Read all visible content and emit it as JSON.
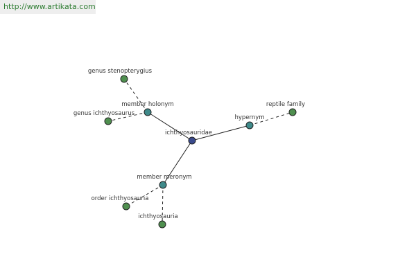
{
  "watermark": {
    "text": "http://www.artikata.com"
  },
  "graph": {
    "colors": {
      "center": "#3a4a8c",
      "relation": "#3f8a8a",
      "leaf": "#4f8f4f",
      "edge": "#222222"
    },
    "nodes": [
      {
        "id": "center",
        "label": "ichthyosauridae",
        "kind": "center"
      },
      {
        "id": "member-holonym",
        "label": "member holonym",
        "kind": "relation"
      },
      {
        "id": "hypernym",
        "label": "hypernym",
        "kind": "relation"
      },
      {
        "id": "member-meronym",
        "label": "member meronym",
        "kind": "relation"
      },
      {
        "id": "genus-stenopterygius",
        "label": "genus stenopterygius",
        "kind": "leaf"
      },
      {
        "id": "genus-ichthyosaurus",
        "label": "genus ichthyosaurus",
        "kind": "leaf"
      },
      {
        "id": "reptile-family",
        "label": "reptile family",
        "kind": "leaf"
      },
      {
        "id": "order-ichthyosauria",
        "label": "order ichthyosauria",
        "kind": "leaf"
      },
      {
        "id": "ichthyosauria",
        "label": "ichthyosauria",
        "kind": "leaf"
      }
    ],
    "edges": [
      {
        "from": "center",
        "to": "member-holonym",
        "style": "solid"
      },
      {
        "from": "center",
        "to": "hypernym",
        "style": "solid"
      },
      {
        "from": "center",
        "to": "member-meronym",
        "style": "solid"
      },
      {
        "from": "member-holonym",
        "to": "genus-stenopterygius",
        "style": "dashed"
      },
      {
        "from": "member-holonym",
        "to": "genus-ichthyosaurus",
        "style": "dashed"
      },
      {
        "from": "hypernym",
        "to": "reptile-family",
        "style": "dashed"
      },
      {
        "from": "member-meronym",
        "to": "order-ichthyosauria",
        "style": "dashed"
      },
      {
        "from": "member-meronym",
        "to": "ichthyosauria",
        "style": "dashed"
      }
    ]
  }
}
